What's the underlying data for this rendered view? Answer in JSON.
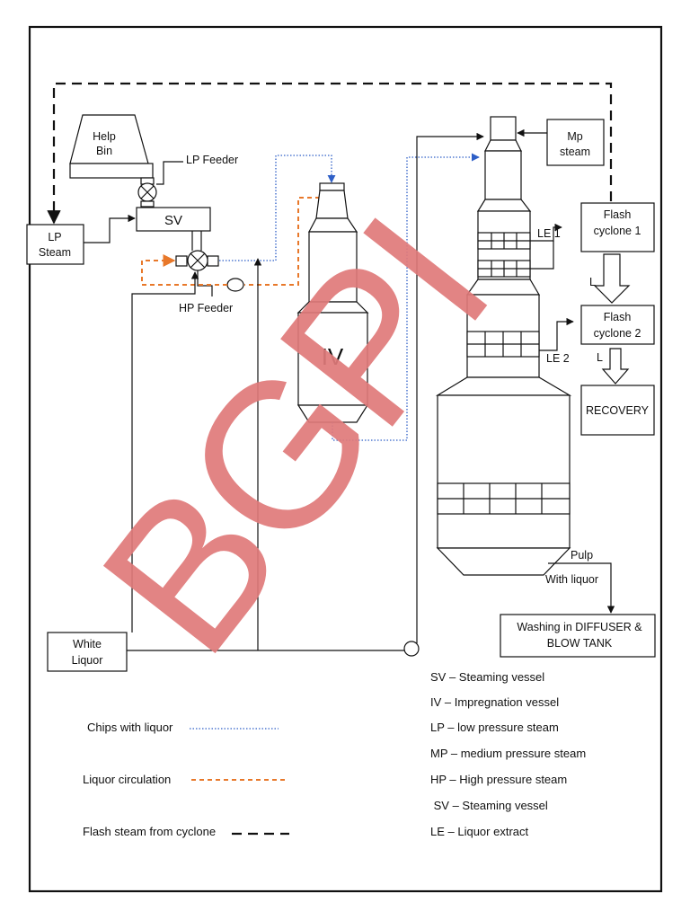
{
  "colors": {
    "chips_line": "#2e5fc7",
    "liquor_line": "#e8782a",
    "flash_line": "#111111",
    "watermark": "#e07a7a"
  },
  "watermark": "BGPI",
  "labels": {
    "help_bin": [
      "Help",
      "Bin"
    ],
    "lp_feeder": "LP Feeder",
    "sv": "SV",
    "lp_steam": [
      "LP",
      "Steam"
    ],
    "hp_feeder": "HP  Feeder",
    "iv": "IV",
    "mp_steam": [
      "Mp",
      "steam"
    ],
    "flash_cyclone_1": [
      "Flash",
      "cyclone 1"
    ],
    "flash_cyclone_2": [
      "Flash",
      "cyclone 2"
    ],
    "recovery": "RECOVERY",
    "le1": "LE 1",
    "le2": "LE 2",
    "l1": "L",
    "l2": "L",
    "pulp": "Pulp",
    "with_liquor": "With liquor",
    "washing": [
      "Washing in DIFFUSER &",
      "BLOW TANK"
    ],
    "white_liquor": [
      "White",
      "Liquor"
    ]
  },
  "legend": {
    "chips": "Chips with liquor",
    "liquor": "Liquor circulation",
    "flash": "Flash steam from cyclone"
  },
  "abbreviations": [
    "SV – Steaming vessel",
    "IV – Impregnation vessel",
    "LP – low pressure steam",
    "MP – medium pressure steam",
    "HP – High pressure steam",
    " SV – Steaming vessel",
    "LE – Liquor extract"
  ]
}
